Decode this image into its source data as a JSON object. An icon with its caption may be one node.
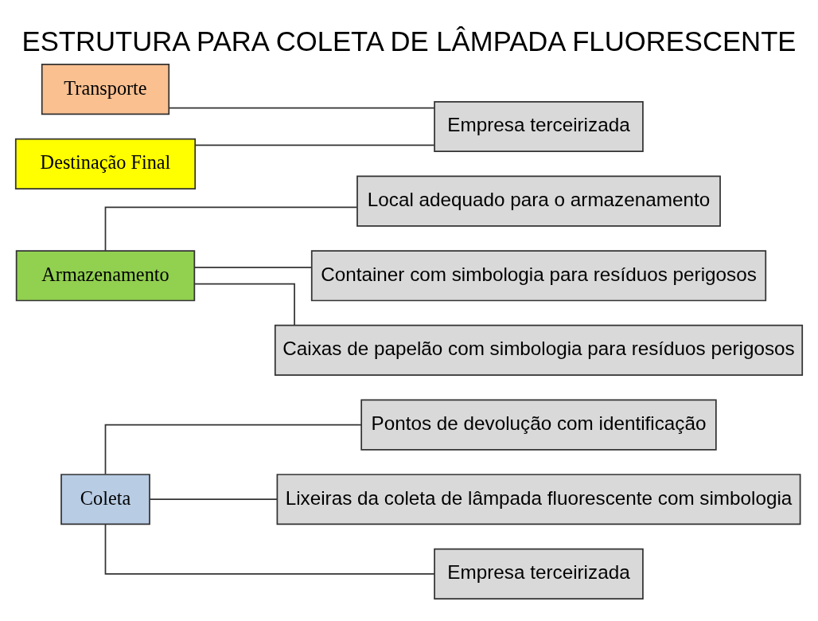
{
  "diagram": {
    "title": "ESTRUTURA PARA COLETA DE LÂMPADA FLUORESCENTE",
    "nodes": [
      {
        "text": [
          "Coleta"
        ]
      },
      {
        "text": [
          "Pontos de devolução com identificação"
        ]
      },
      {
        "text": [
          "Lixeiras da coleta de lâmpada fluorescente com simbologia"
        ]
      },
      {
        "text": [
          "Empresa terceirizada"
        ]
      },
      {
        "text": [
          "Armazenamento"
        ]
      },
      {
        "text": [
          "Local adequado para o armazenamento"
        ]
      },
      {
        "text": [
          "Container com simbologia para resíduos perigosos"
        ]
      },
      {
        "text": [
          "Caixas de papelão com simbologia para resíduos perigosos"
        ]
      },
      {
        "text": [
          "Transporte"
        ]
      },
      {
        "text": [
          "Destinação Final"
        ]
      },
      {
        "text": [
          "Empresa terceirizada"
        ]
      }
    ],
    "edges": [
      {
        "from": 0,
        "to": 1,
        "arrow": "none"
      },
      {
        "from": 0,
        "to": 2,
        "arrow": "none"
      },
      {
        "from": 0,
        "to": 3,
        "arrow": "none"
      },
      {
        "from": 4,
        "to": 5,
        "arrow": "none"
      },
      {
        "from": 4,
        "to": 6,
        "arrow": "none"
      },
      {
        "from": 4,
        "to": 7,
        "arrow": "none"
      },
      {
        "from": 8,
        "to": 10,
        "arrow": "none"
      },
      {
        "from": 9,
        "to": 10,
        "arrow": "none"
      }
    ]
  }
}
